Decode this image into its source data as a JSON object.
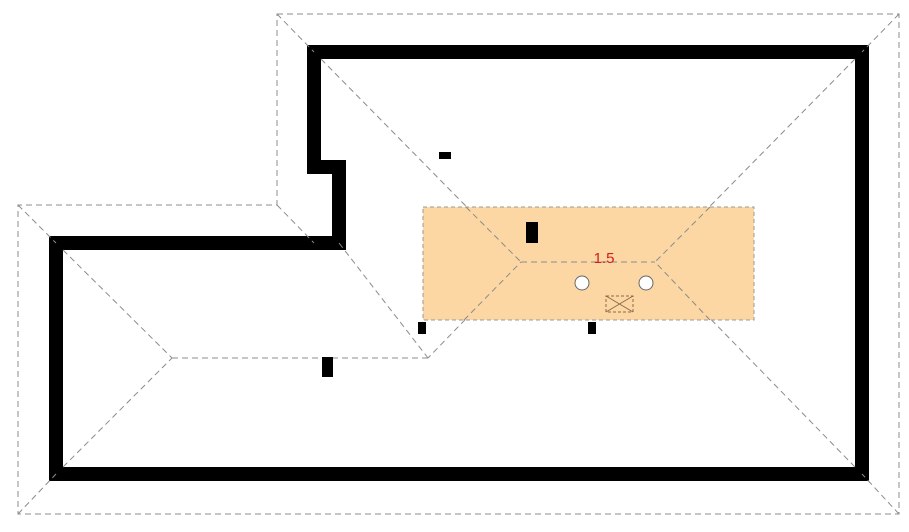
{
  "plan": {
    "room_label": "1.5",
    "colors": {
      "attic_fill": "#fcd7a3",
      "label_color": "#cc1f1f",
      "wall_color": "#000000",
      "dashed_line_color": "#8c8c8c"
    },
    "icons": {
      "skylight": "circle",
      "roof-hatch": "rectangle-with-cross"
    }
  }
}
